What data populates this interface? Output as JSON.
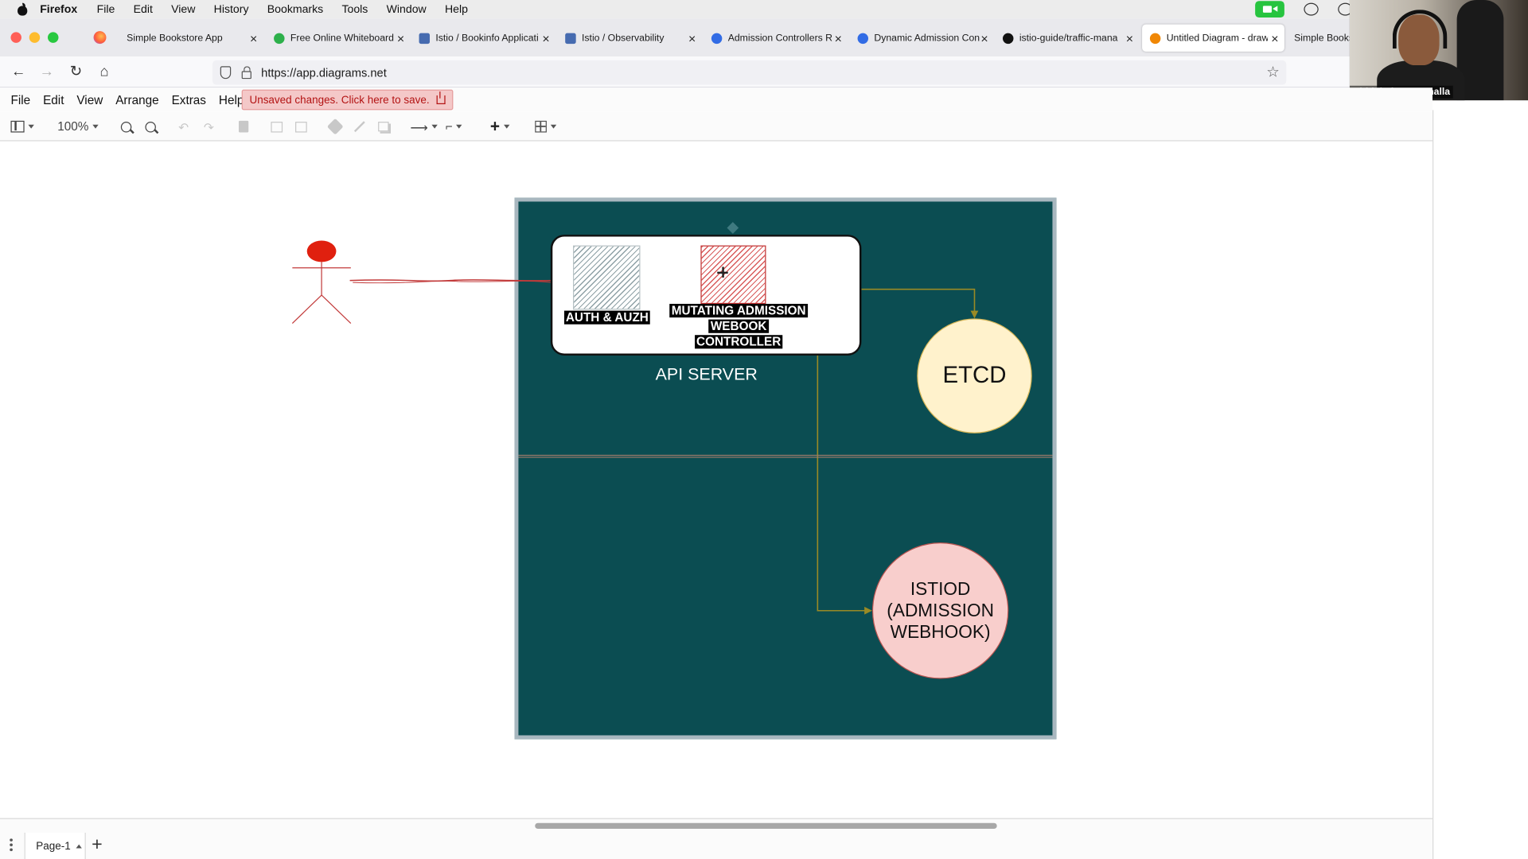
{
  "mac_menu": {
    "app_name": "Firefox",
    "items": [
      "File",
      "Edit",
      "View",
      "History",
      "Bookmarks",
      "Tools",
      "Window",
      "Help"
    ]
  },
  "tabs": [
    {
      "label": "Simple Bookstore App",
      "active": false
    },
    {
      "label": "Free Online Whiteboard",
      "active": false
    },
    {
      "label": "Istio / Bookinfo Applicati",
      "active": false
    },
    {
      "label": "Istio / Observability",
      "active": false
    },
    {
      "label": "Admission Controllers R",
      "active": false
    },
    {
      "label": "Dynamic Admission Con",
      "active": false
    },
    {
      "label": "istio-guide/traffic-mana",
      "active": false
    },
    {
      "label": "Untitled Diagram - draw",
      "active": true
    },
    {
      "label": "Simple Books",
      "active": false
    }
  ],
  "address_bar": {
    "url": "https://app.diagrams.net"
  },
  "webcam": {
    "name": "Abhishek Veeramalla"
  },
  "app_menu": {
    "items": [
      "File",
      "Edit",
      "View",
      "Arrange",
      "Extras",
      "Help"
    ],
    "unsaved_label": "Unsaved changes. Click here to save."
  },
  "toolbar": {
    "zoom": "100%"
  },
  "diagram": {
    "auth_label": "AUTH & AUZH",
    "mutating_lines": [
      "MUTATING ADMISSION",
      "WEBOOK",
      "CONTROLLER"
    ],
    "api_server_label": "API SERVER",
    "etcd_label": "ETCD",
    "istiod_lines": [
      "ISTIOD",
      "(ADMISSION",
      "WEBHOOK)"
    ]
  },
  "page_bar": {
    "page_label": "Page-1"
  },
  "colors": {
    "frame_fill": "#0b4d52",
    "etcd_fill": "#fff2cc",
    "istiod_fill": "#f8cecc",
    "actor_head": "#e0200f",
    "connector_olive": "#9a8a25",
    "unsaved_bg": "#f4c8c8"
  }
}
